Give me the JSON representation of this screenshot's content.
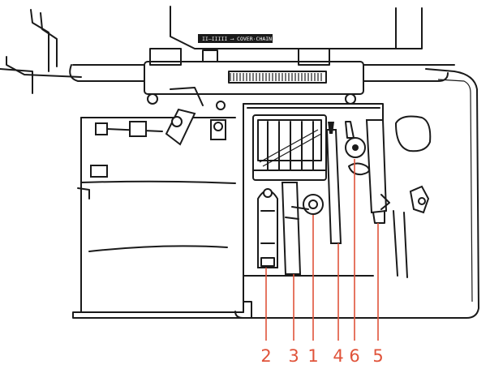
{
  "strip": {
    "text": "II—IIIII ⟶ COVER·CHAIN"
  },
  "colors": {
    "callout": "#e0533a",
    "line": "#1a1a1a"
  },
  "callouts": [
    {
      "label": "2",
      "part": "left"
    },
    {
      "label": "3",
      "part": "left-center"
    },
    {
      "label": "1",
      "part": "center"
    },
    {
      "label": "4",
      "part": "center-right"
    },
    {
      "label": "6",
      "part": "right"
    },
    {
      "label": "5",
      "part": "far-right"
    }
  ]
}
